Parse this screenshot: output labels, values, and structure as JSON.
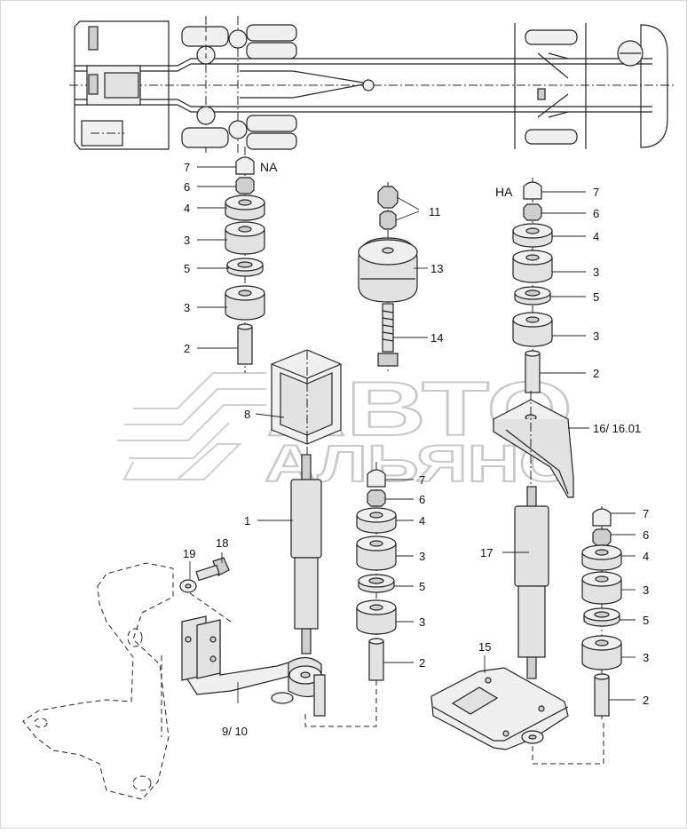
{
  "labels": {
    "na": "NA",
    "ha": "HA",
    "l1": "1",
    "l2": "2",
    "l3": "3",
    "l4": "4",
    "l5": "5",
    "l6": "6",
    "l7": "7",
    "l8": "8",
    "l9_10": "9/ 10",
    "l11": "11",
    "l13": "13",
    "l14": "14",
    "l15": "15",
    "l16_1601": "16/ 16.01",
    "l17": "17",
    "l18": "18",
    "l19": "19"
  },
  "watermark": {
    "line1": "АВТО",
    "line2": "АЛЬЯНС"
  },
  "colors": {
    "line": "#222222",
    "fill": "#e2e2e2",
    "watermark": "#c9c9c9"
  }
}
